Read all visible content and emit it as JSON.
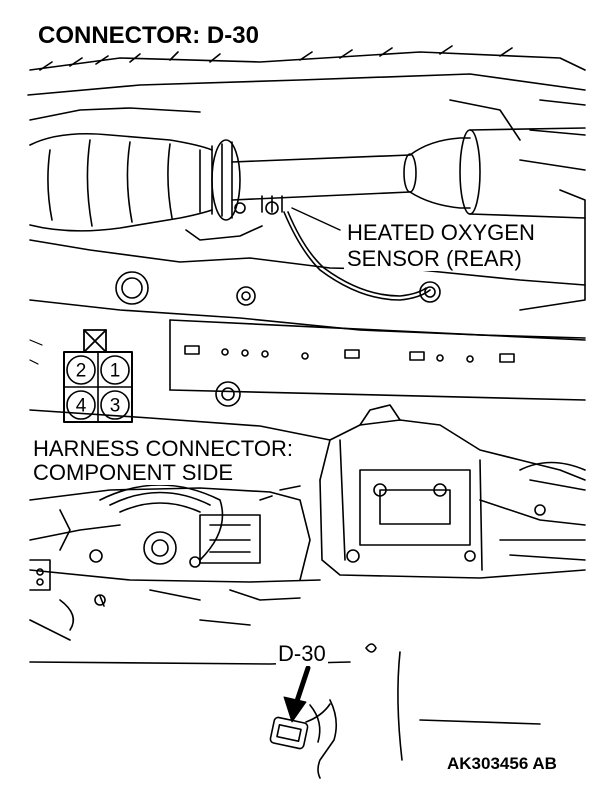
{
  "title": "CONNECTOR: D-30",
  "sensor_callout": {
    "line1": "HEATED OXYGEN",
    "line2": "SENSOR (REAR)"
  },
  "harness_label": {
    "line1": "HARNESS CONNECTOR:",
    "line2": "COMPONENT SIDE"
  },
  "connector_pins": {
    "top_left": "2",
    "top_right": "1",
    "bottom_left": "4",
    "bottom_right": "3"
  },
  "connector_location_label": "D-30",
  "figure_code": "AK303456 AB"
}
